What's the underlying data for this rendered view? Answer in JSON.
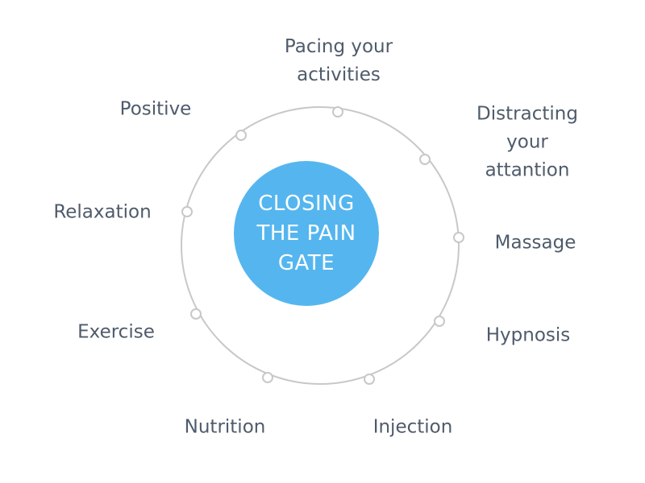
{
  "center": {
    "label": "CLOSING\nTHE PAIN\nGATE",
    "color": "#55b6ef"
  },
  "ring": {
    "stroke": "#c8c8c8",
    "node_fill": "#ffffff"
  },
  "text_color": "#4f5b6b",
  "labels": {
    "pacing": "Pacing your\nactivities",
    "distracting": "Distracting\nyour\nattantion",
    "massage": "Massage",
    "hypnosis": "Hypnosis",
    "injection": "Injection",
    "nutrition": "Nutrition",
    "exercise": "Exercise",
    "relaxation": "Relaxation",
    "positive": "Positive"
  }
}
